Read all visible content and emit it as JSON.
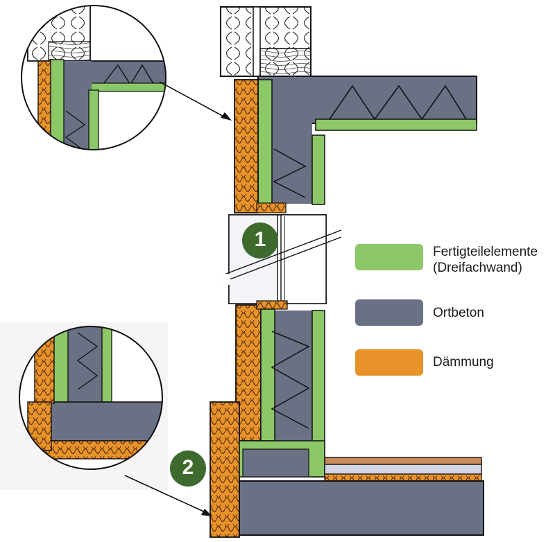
{
  "colors": {
    "green": "#8cc867",
    "concrete": "#6b7185",
    "insulation": "#e8922a",
    "insulation_light": "#f3b04e",
    "outline": "#111111",
    "badge": "#3f6a2d"
  },
  "legend": [
    {
      "line1": "Fertigteilelemente",
      "line2": "(Dreifachwand)",
      "color_key": "green"
    },
    {
      "line1": "Ortbeton",
      "line2": "",
      "color_key": "concrete"
    },
    {
      "line1": "Dämmung",
      "line2": "",
      "color_key": "insulation"
    }
  ],
  "callouts": [
    {
      "number": "1"
    },
    {
      "number": "2"
    }
  ]
}
